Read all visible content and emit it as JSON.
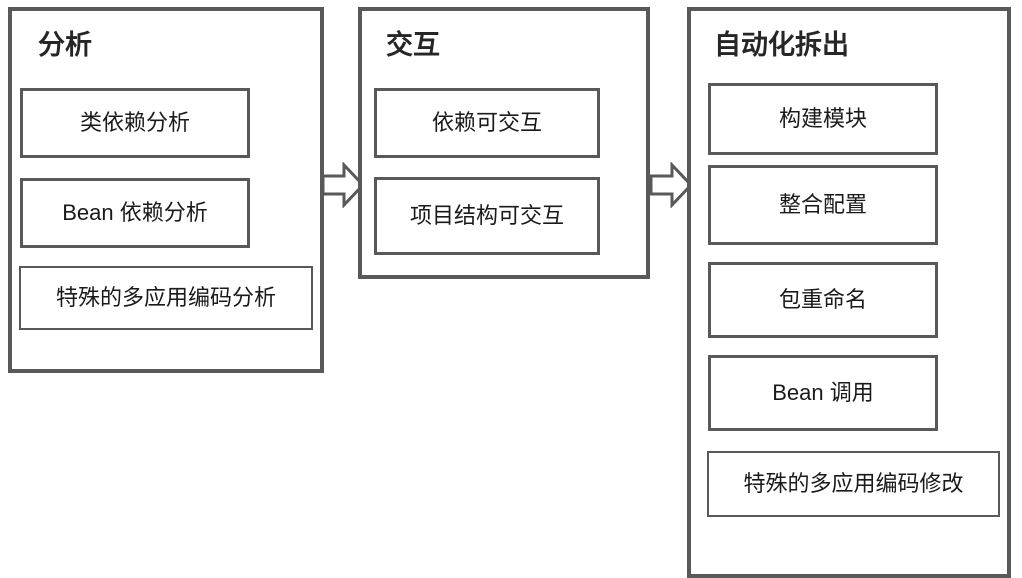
{
  "diagram": {
    "type": "flow-diagram",
    "direction": "left-to-right",
    "stages": [
      {
        "id": "analysis",
        "title": "分析",
        "items": [
          {
            "label": "类依赖分析"
          },
          {
            "label": "Bean 依赖分析"
          },
          {
            "label": "特殊的多应用编码分析"
          }
        ]
      },
      {
        "id": "interaction",
        "title": "交互",
        "items": [
          {
            "label": "依赖可交互"
          },
          {
            "label": "项目结构可交互"
          }
        ]
      },
      {
        "id": "automated-split",
        "title": "自动化拆出",
        "items": [
          {
            "label": "构建模块"
          },
          {
            "label": "整合配置"
          },
          {
            "label": "包重命名"
          },
          {
            "label": "Bean 调用"
          },
          {
            "label": "特殊的多应用编码修改"
          }
        ]
      }
    ],
    "connectors": [
      {
        "name": "arrow-analysis-to-interaction",
        "glyph": "block-arrow-right"
      },
      {
        "name": "arrow-interaction-to-automated-split",
        "glyph": "block-arrow-right"
      }
    ],
    "colors": {
      "stroke": "#595959",
      "text": "#1a1a1a",
      "title_text": "#262626",
      "background": "#ffffff"
    }
  }
}
